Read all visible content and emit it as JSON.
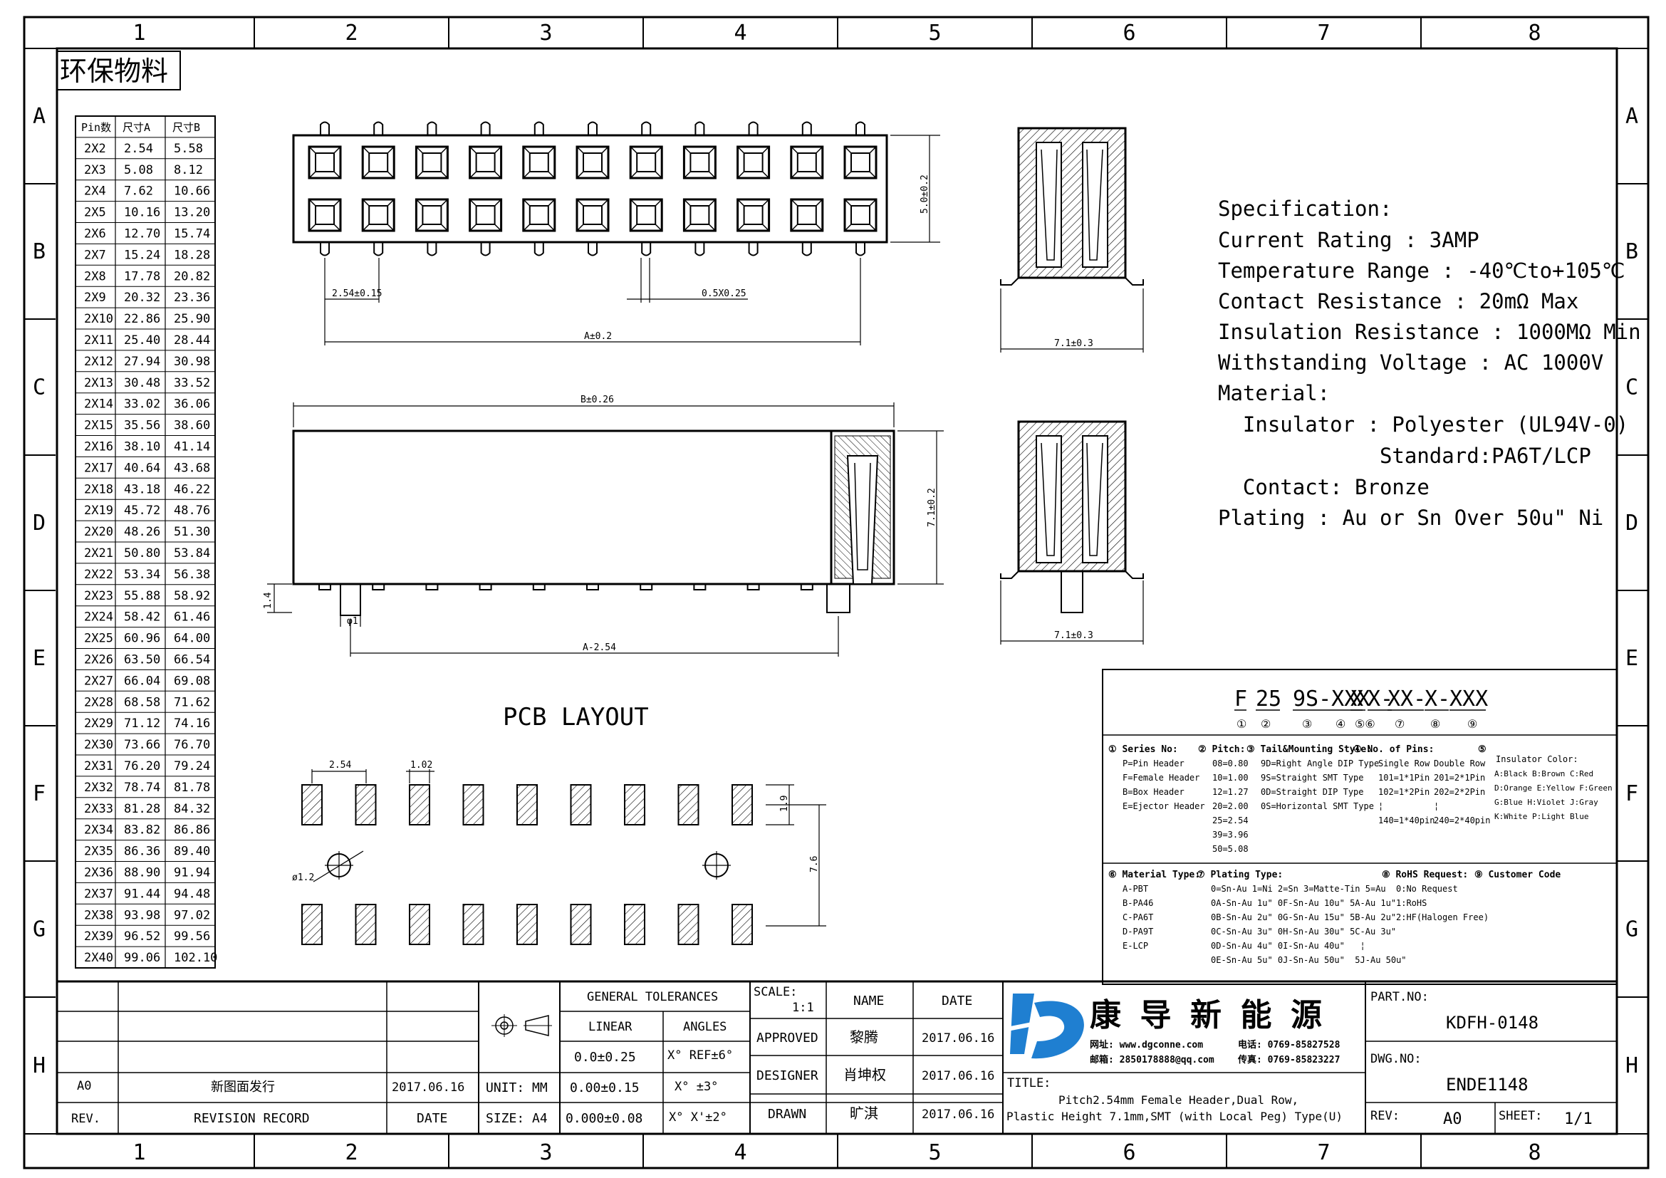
{
  "header": {
    "eco_label": "环保物料"
  },
  "grid": {
    "columns": [
      "1",
      "2",
      "3",
      "4",
      "5",
      "6",
      "7",
      "8"
    ],
    "rows": [
      "A",
      "B",
      "C",
      "D",
      "E",
      "F",
      "G",
      "H"
    ]
  },
  "pin_table": {
    "headers": [
      "Pin数",
      "尺寸A",
      "尺寸B"
    ],
    "rows": [
      [
        "2X2",
        "2.54",
        "5.58"
      ],
      [
        "2X3",
        "5.08",
        "8.12"
      ],
      [
        "2X4",
        "7.62",
        "10.66"
      ],
      [
        "2X5",
        "10.16",
        "13.20"
      ],
      [
        "2X6",
        "12.70",
        "15.74"
      ],
      [
        "2X7",
        "15.24",
        "18.28"
      ],
      [
        "2X8",
        "17.78",
        "20.82"
      ],
      [
        "2X9",
        "20.32",
        "23.36"
      ],
      [
        "2X10",
        "22.86",
        "25.90"
      ],
      [
        "2X11",
        "25.40",
        "28.44"
      ],
      [
        "2X12",
        "27.94",
        "30.98"
      ],
      [
        "2X13",
        "30.48",
        "33.52"
      ],
      [
        "2X14",
        "33.02",
        "36.06"
      ],
      [
        "2X15",
        "35.56",
        "38.60"
      ],
      [
        "2X16",
        "38.10",
        "41.14"
      ],
      [
        "2X17",
        "40.64",
        "43.68"
      ],
      [
        "2X18",
        "43.18",
        "46.22"
      ],
      [
        "2X19",
        "45.72",
        "48.76"
      ],
      [
        "2X20",
        "48.26",
        "51.30"
      ],
      [
        "2X21",
        "50.80",
        "53.84"
      ],
      [
        "2X22",
        "53.34",
        "56.38"
      ],
      [
        "2X23",
        "55.88",
        "58.92"
      ],
      [
        "2X24",
        "58.42",
        "61.46"
      ],
      [
        "2X25",
        "60.96",
        "64.00"
      ],
      [
        "2X26",
        "63.50",
        "66.54"
      ],
      [
        "2X27",
        "66.04",
        "69.08"
      ],
      [
        "2X28",
        "68.58",
        "71.62"
      ],
      [
        "2X29",
        "71.12",
        "74.16"
      ],
      [
        "2X30",
        "73.66",
        "76.70"
      ],
      [
        "2X31",
        "76.20",
        "79.24"
      ],
      [
        "2X32",
        "78.74",
        "81.78"
      ],
      [
        "2X33",
        "81.28",
        "84.32"
      ],
      [
        "2X34",
        "83.82",
        "86.86"
      ],
      [
        "2X35",
        "86.36",
        "89.40"
      ],
      [
        "2X36",
        "88.90",
        "91.94"
      ],
      [
        "2X37",
        "91.44",
        "94.48"
      ],
      [
        "2X38",
        "93.98",
        "97.02"
      ],
      [
        "2X39",
        "96.52",
        "99.56"
      ],
      [
        "2X40",
        "99.06",
        "102.10"
      ]
    ]
  },
  "dims": {
    "height_top": "5.0±0.2",
    "pitch_top": "2.54±0.15",
    "pin_width": "0.5X0.25",
    "dim_a": "A±0.2",
    "dim_b": "B±0.26",
    "height_side": "7.1±0.2",
    "standoff": "1.4",
    "peg_dia": "φ1",
    "dim_a_minus": "A-2.54",
    "side_width_1": "7.1±0.3",
    "side_width_2": "7.1±0.3"
  },
  "pcb": {
    "title": "PCB LAYOUT",
    "pitch": "2.54",
    "pad_w": "1.02",
    "pad_h": "1.9",
    "row_span": "7.6",
    "hole": "ø1.2"
  },
  "spec": {
    "lines": [
      "Specification:",
      "Current Rating : 3AMP",
      "Temperature Range : -40℃to+105℃",
      "Contact Resistance : 20mΩ Max",
      "Insulation Resistance : 1000MΩ Min",
      "Withstanding Voltage : AC 1000V",
      "Material:",
      "  Insulator : Polyester (UL94V-0)",
      "             Standard:PA6T/LCP",
      "  Contact: Bronze",
      "Plating : Au or Sn Over 50u\" Ni"
    ]
  },
  "part_code": {
    "segments": [
      "F",
      "25",
      "9S-XXX",
      "X",
      "X-",
      "XX-",
      "X-",
      "XXX"
    ],
    "numbers": [
      "①",
      "②",
      "③",
      "④",
      "⑤⑥",
      "⑦",
      "⑧",
      "⑨"
    ],
    "series": {
      "title": "① Series No:",
      "items": [
        "P=Pin Header",
        "F=Female Header",
        "B=Box Header",
        "E=Ejector Header"
      ]
    },
    "pitch": {
      "title": "② Pitch:",
      "items": [
        "08=0.80",
        "10=1.00",
        "12=1.27",
        "20=2.00",
        "25=2.54",
        "39=3.96",
        "50=5.08"
      ]
    },
    "mount": {
      "title": "③ Tail&Mounting Style:",
      "items": [
        "9D=Right Angle DIP Type",
        "9S=Straight SMT Type",
        "0D=Straight DIP Type",
        "0S=Horizontal SMT Type"
      ]
    },
    "pins": {
      "title": "④ No. of Pins:",
      "col1_title": "Single Row",
      "col2_title": "Double Row",
      "col1": [
        "101=1*1Pin",
        "102=1*2Pin",
        "¦",
        "140=1*40pin"
      ],
      "col2": [
        "201=2*1Pin",
        "202=2*2Pin",
        "¦",
        "240=2*40pin"
      ]
    },
    "color": {
      "title": "⑤",
      "label": "Insulator Color:",
      "items": [
        "A:Black B:Brown C:Red",
        "D:Orange E:Yellow F:Green",
        "G:Blue H:Violet J:Gray",
        "K:White P:Light Blue"
      ]
    },
    "material": {
      "title": "⑥ Material Type:",
      "items": [
        "A-PBT",
        "B-PA46",
        "C-PA6T",
        "D-PA9T",
        "E-LCP"
      ]
    },
    "plating": {
      "title": "⑦ Plating Type:",
      "items": [
        "0=Sn-Au 1=Ni 2=Sn 3=Matte-Tin 5=Au",
        "0A-Sn-Au 1u\" 0F-Sn-Au 10u\" 5A-Au 1u\"",
        "0B-Sn-Au 2u\" 0G-Sn-Au 15u\" 5B-Au 2u\"",
        "0C-Sn-Au 3u\" 0H-Sn-Au 30u\" 5C-Au 3u\"",
        "0D-Sn-Au 4u\" 0I-Sn-Au 40u\"   ¦",
        "0E-Sn-Au 5u\" 0J-Sn-Au 50u\"  5J-Au 50u\""
      ]
    },
    "rohs": {
      "title": "⑧ RoHS Request:",
      "items": [
        "0:No Request",
        "1:RoHS",
        "2:HF(Halogen Free)"
      ]
    },
    "customer": {
      "title": "⑨ Customer Code"
    }
  },
  "title_block": {
    "rev_row": {
      "rev": "A0",
      "desc": "新图面发行",
      "date": "2017.06.16"
    },
    "rev_headers": {
      "rev": "REV.",
      "record": "REVISION RECORD",
      "date": "DATE"
    },
    "unit": "UNIT: MM",
    "size": "SIZE: A4",
    "gen_tol": "GENERAL TOLERANCES",
    "linear": "LINEAR",
    "angles": "ANGLES",
    "tol1": "0.0±0.25",
    "tol2": "0.00±0.15",
    "tol3": "0.000±0.08",
    "ang1": "X° REF±6°",
    "ang2": "X° ±3°",
    "ang3": "X° X'±2°",
    "scale": "SCALE:",
    "scale_val": "1:1",
    "name": "NAME",
    "date": "DATE",
    "approved": "APPROVED",
    "designer": "DESIGNER",
    "drawn": "DRAWN",
    "approved_name": "黎腾",
    "designer_name": "肖坤权",
    "drawn_name": "旷淇",
    "approved_date": "2017.06.16",
    "designer_date": "2017.06.16",
    "drawn_date": "2017.06.16",
    "company": "康 导 新 能 源",
    "web": "网址: www.dgconne.com",
    "email": "邮箱: 2850178888@qq.com",
    "tel": "电话: 0769-85827528",
    "fax": "传真: 0769-85823227",
    "title_label": "TITLE:",
    "title1": "Pitch2.54mm Female Header,Dual Row,",
    "title2": "Plastic Height 7.1mm,SMT (with Local Peg) Type(U)",
    "part_no_label": "PART.NO:",
    "part_no": "KDFH-0148",
    "dwg_no_label": "DWG.NO:",
    "dwg_no": "ENDE1148",
    "rev_label": "REV:",
    "rev": "A0",
    "sheet_label": "SHEET:",
    "sheet": "1/1"
  }
}
